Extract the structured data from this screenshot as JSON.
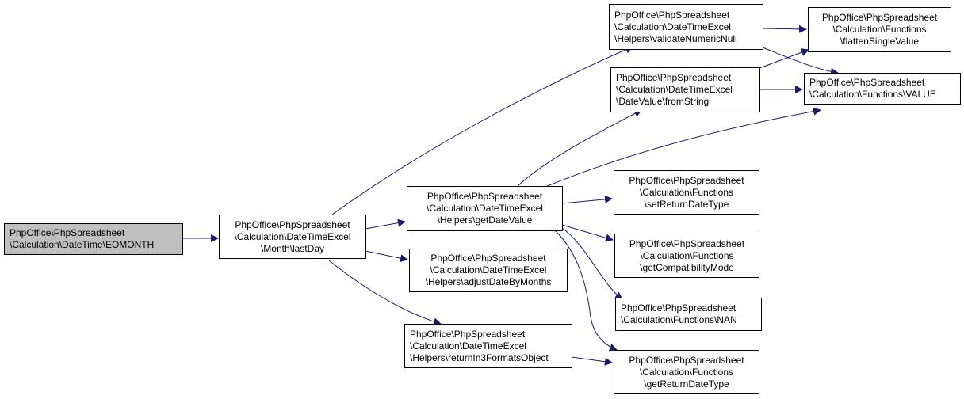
{
  "colors": {
    "edge": "#191970",
    "root_fill": "#bfbfbf",
    "node_fill": "#ffffff",
    "border": "#000000"
  },
  "nodes": [
    {
      "id": "eomonth",
      "lines": [
        "PhpOffice\\PhpSpreadsheet",
        "\\Calculation\\DateTime\\EOMONTH"
      ]
    },
    {
      "id": "lastday",
      "lines": [
        "PhpOffice\\PhpSpreadsheet",
        "\\Calculation\\DateTimeExcel",
        "\\Month\\lastDay"
      ]
    },
    {
      "id": "validatenumericnull",
      "lines": [
        "PhpOffice\\PhpSpreadsheet",
        "\\Calculation\\DateTimeExcel",
        "\\Helpers\\validateNumericNull"
      ]
    },
    {
      "id": "getdatevalue",
      "lines": [
        "PhpOffice\\PhpSpreadsheet",
        "\\Calculation\\DateTimeExcel",
        "\\Helpers\\getDateValue"
      ]
    },
    {
      "id": "adjustdatebymonths",
      "lines": [
        "PhpOffice\\PhpSpreadsheet",
        "\\Calculation\\DateTimeExcel",
        "\\Helpers\\adjustDateByMonths"
      ]
    },
    {
      "id": "returnin3formatsobject",
      "lines": [
        "PhpOffice\\PhpSpreadsheet",
        "\\Calculation\\DateTimeExcel",
        "\\Helpers\\returnIn3FormatsObject"
      ]
    },
    {
      "id": "fromstring",
      "lines": [
        "PhpOffice\\PhpSpreadsheet",
        "\\Calculation\\DateTimeExcel",
        "\\DateValue\\fromString"
      ]
    },
    {
      "id": "flattensinglevalue",
      "lines": [
        "PhpOffice\\PhpSpreadsheet",
        "\\Calculation\\Functions",
        "\\flattenSingleValue"
      ]
    },
    {
      "id": "value",
      "lines": [
        "PhpOffice\\PhpSpreadsheet",
        "\\Calculation\\Functions\\VALUE"
      ]
    },
    {
      "id": "setreturndatetype",
      "lines": [
        "PhpOffice\\PhpSpreadsheet",
        "\\Calculation\\Functions",
        "\\setReturnDateType"
      ]
    },
    {
      "id": "getcompatibilitymode",
      "lines": [
        "PhpOffice\\PhpSpreadsheet",
        "\\Calculation\\Functions",
        "\\getCompatibilityMode"
      ]
    },
    {
      "id": "nan",
      "lines": [
        "PhpOffice\\PhpSpreadsheet",
        "\\Calculation\\Functions\\NAN"
      ]
    },
    {
      "id": "getreturndatetype",
      "lines": [
        "PhpOffice\\PhpSpreadsheet",
        "\\Calculation\\Functions",
        "\\getReturnDateType"
      ]
    }
  ]
}
